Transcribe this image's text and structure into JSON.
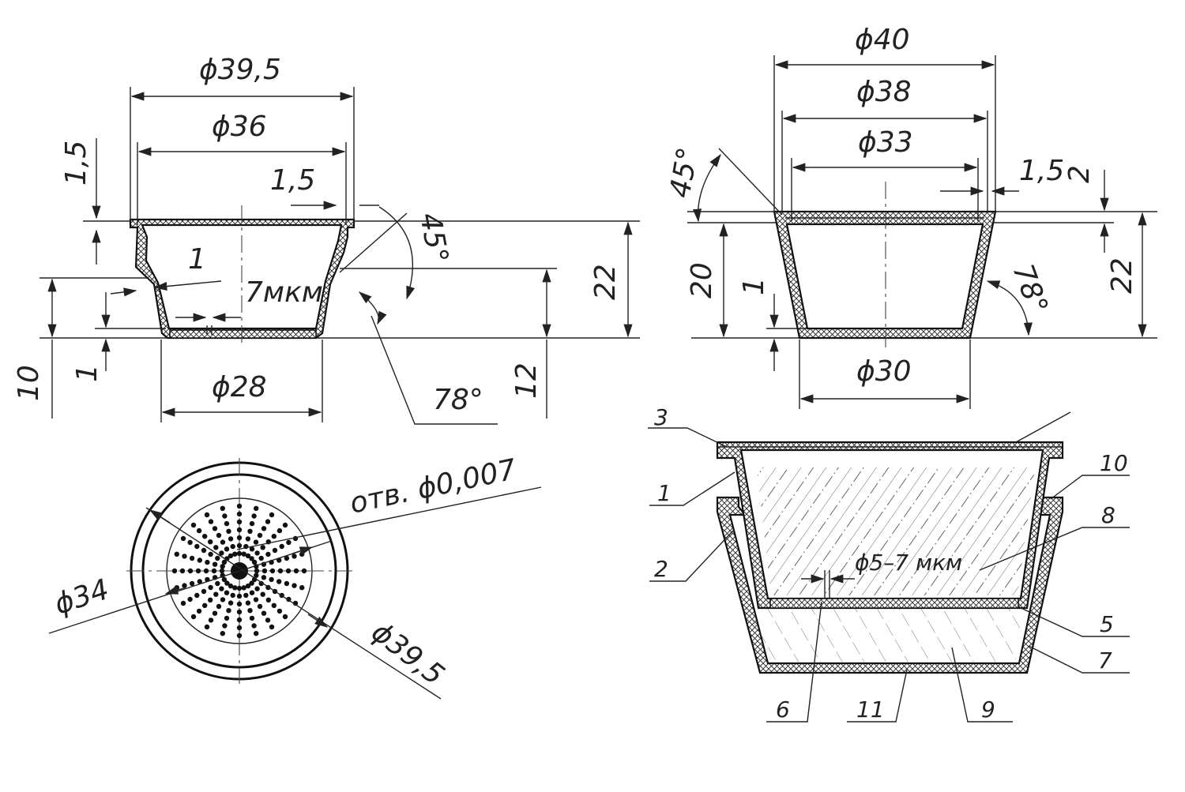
{
  "drawing": {
    "view_a": {
      "dims": {
        "d_outer": "ϕ39,5",
        "d_inner": "ϕ36",
        "rim_width": "1,5",
        "rim_height": "1,5",
        "chamfer_angle": "45°",
        "wall": "1",
        "pore": "7мкм",
        "height_total": "22",
        "height_lower": "12",
        "step_height": "10",
        "bottom": "1",
        "d_bottom": "ϕ28",
        "taper_angle": "78°"
      }
    },
    "view_b": {
      "dims": {
        "d_outer": "ϕ40",
        "d_mid": "ϕ38",
        "d_inner": "ϕ33",
        "rim": "1,5",
        "rim_h": "2",
        "chamfer_angle": "45°",
        "height_inner": "20",
        "bottom": "1",
        "height_total": "22",
        "taper_angle": "78°",
        "d_bottom": "ϕ30"
      }
    },
    "view_plan": {
      "dims": {
        "holes": "отв. ϕ0,007",
        "d_inner": "ϕ34",
        "d_outer": "ϕ39,5"
      }
    },
    "assembly": {
      "pore": "ϕ5–7 мкм",
      "callouts": [
        "1",
        "2",
        "3",
        "5",
        "6",
        "7",
        "8",
        "9",
        "10",
        "11"
      ]
    }
  }
}
